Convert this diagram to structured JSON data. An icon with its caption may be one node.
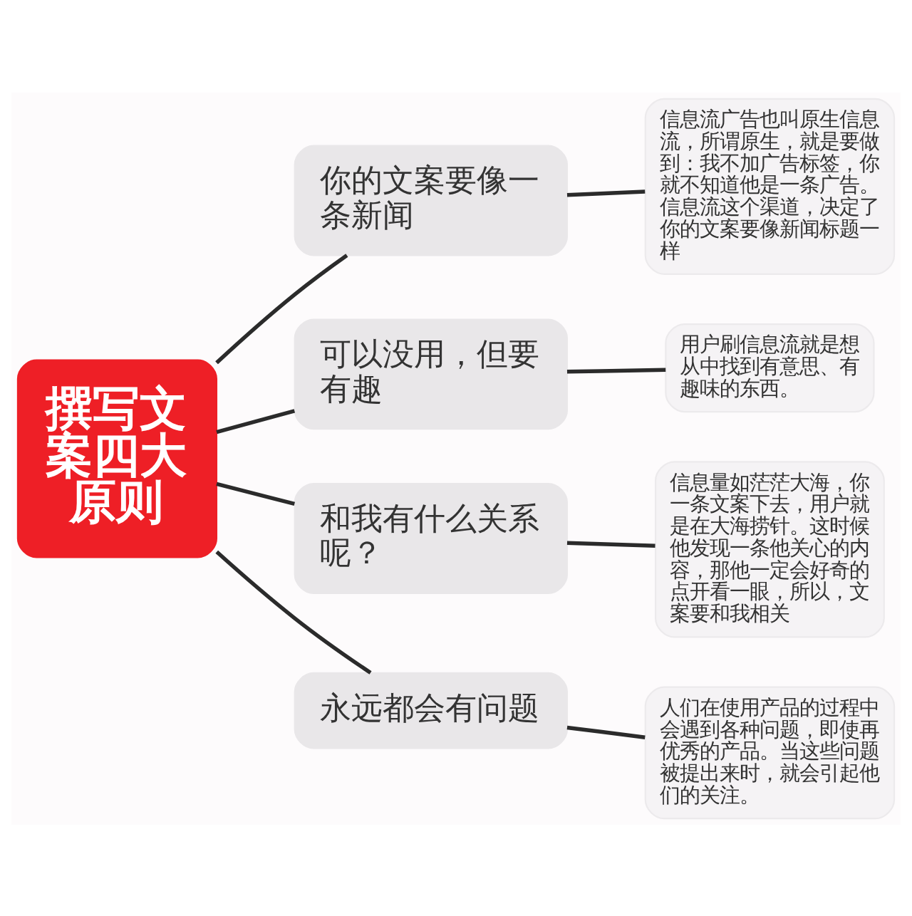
{
  "diagram": {
    "nodes": [
      {
        "text": [
          "撰写文案四大原则"
        ]
      },
      {
        "text": [
          "你的文案要像一条新闻"
        ]
      },
      {
        "text": [
          "信息流广告也叫原生信息流，所谓原生，就是要做到：我不加广告标签，你就不知道他是一条广告。信息流这个渠道，决定了你的文案要像新闻标题一样"
        ]
      },
      {
        "text": [
          "可以没用，但要有趣"
        ]
      },
      {
        "text": [
          "用户刷信息流就是想从中找到有意思、有趣味的东西。"
        ]
      },
      {
        "text": [
          "和我有什么关系呢？"
        ]
      },
      {
        "text": [
          "信息量如茫茫大海，你一条文案下去，用户就是在大海捞针。这时候他发现一条他关心的内容，那他一定会好奇的点开看一眼，所以，文案要和我相关"
        ]
      },
      {
        "text": [
          "永远都会有问题"
        ]
      },
      {
        "text": [
          "人们在使用产品的过程中会遇到各种问题，即使再优秀的产品。当这些问题被提出来时，就会引起他们的关注。"
        ]
      }
    ],
    "edges": [
      {
        "from": 0,
        "to": 1,
        "arrow": "none"
      },
      {
        "from": 0,
        "to": 3,
        "arrow": "none"
      },
      {
        "from": 0,
        "to": 5,
        "arrow": "none"
      },
      {
        "from": 0,
        "to": 7,
        "arrow": "none"
      },
      {
        "from": 1,
        "to": 2,
        "arrow": "none"
      },
      {
        "from": 3,
        "to": 4,
        "arrow": "none"
      },
      {
        "from": 5,
        "to": 6,
        "arrow": "none"
      },
      {
        "from": 7,
        "to": 8,
        "arrow": "none"
      }
    ]
  }
}
